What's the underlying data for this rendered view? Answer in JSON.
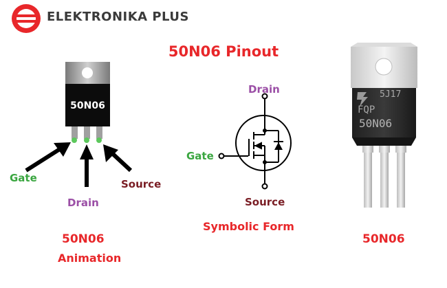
{
  "header": {
    "brand_name": "ELEKTRONIKA PLUS",
    "logo_color": "#e8272a"
  },
  "title": "50N06 Pinout",
  "animation": {
    "chip_label": "50N06",
    "pins": {
      "gate": "Gate",
      "drain": "Drain",
      "source": "Source"
    },
    "caption_line1": "50N06",
    "caption_line2": "Animation"
  },
  "symbol": {
    "drain_label": "Drain",
    "gate_label": "Gate",
    "source_label": "Source",
    "caption": "Symbolic Form"
  },
  "photo": {
    "marking_code": "5J17",
    "marking_brand": "FQP",
    "marking_part": "50N06",
    "caption": "50N06"
  },
  "colors": {
    "accent": "#e8272a",
    "gate": "#3aa640",
    "drain": "#9b4fa6",
    "source": "#7a1d24"
  }
}
